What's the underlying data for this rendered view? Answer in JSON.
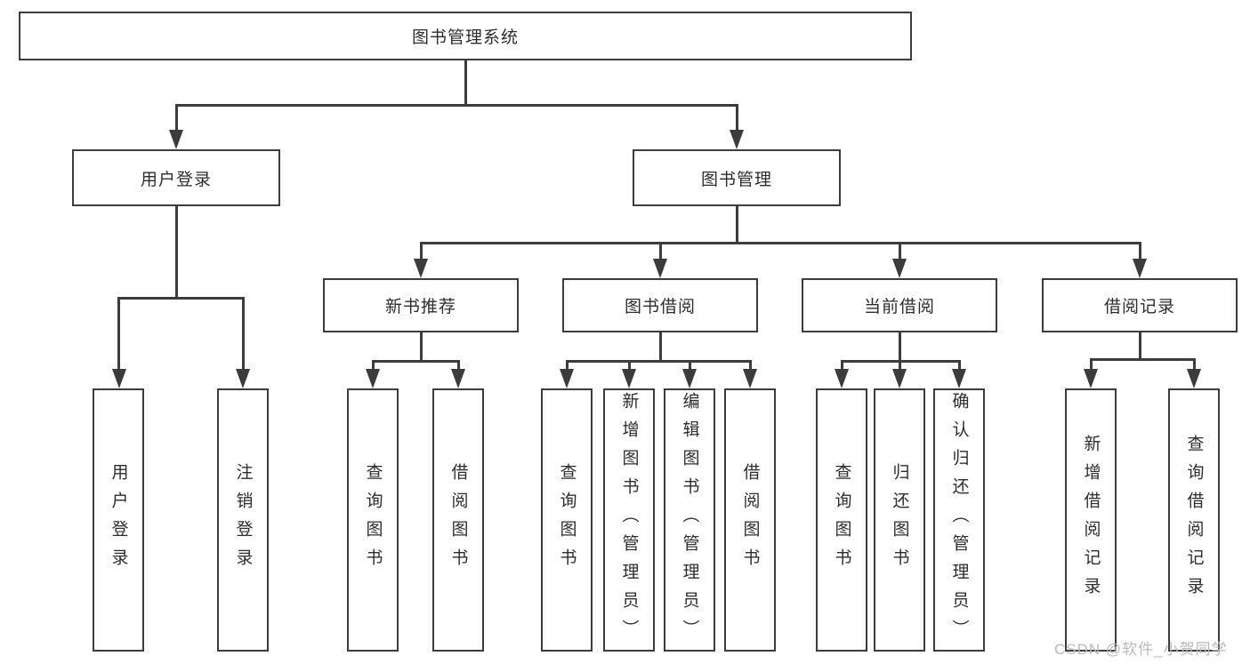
{
  "diagram": {
    "root": {
      "label": "图书管理系统"
    },
    "level2": [
      {
        "label": "用户登录"
      },
      {
        "label": "图书管理"
      }
    ],
    "level3": [
      {
        "label": "新书推荐"
      },
      {
        "label": "图书借阅"
      },
      {
        "label": "当前借阅"
      },
      {
        "label": "借阅记录"
      }
    ],
    "leaves": [
      {
        "label": "用户登录"
      },
      {
        "label": "注销登录"
      },
      {
        "label": "查询图书"
      },
      {
        "label": "借阅图书"
      },
      {
        "label": "查询图书"
      },
      {
        "label": "新增图书（管理员）"
      },
      {
        "label": "编辑图书（管理员）"
      },
      {
        "label": "借阅图书"
      },
      {
        "label": "查询图书"
      },
      {
        "label": "归还图书"
      },
      {
        "label": "确认归还（管理员）"
      },
      {
        "label": "新增借阅记录"
      },
      {
        "label": "查询借阅记录"
      }
    ]
  },
  "watermark": {
    "text": "CSDN @软件_小贺同学"
  },
  "colors": {
    "line": "#3c3c3c",
    "text": "#2d2d2d",
    "watermark": "#b9b9b9",
    "background": "#ffffff"
  }
}
